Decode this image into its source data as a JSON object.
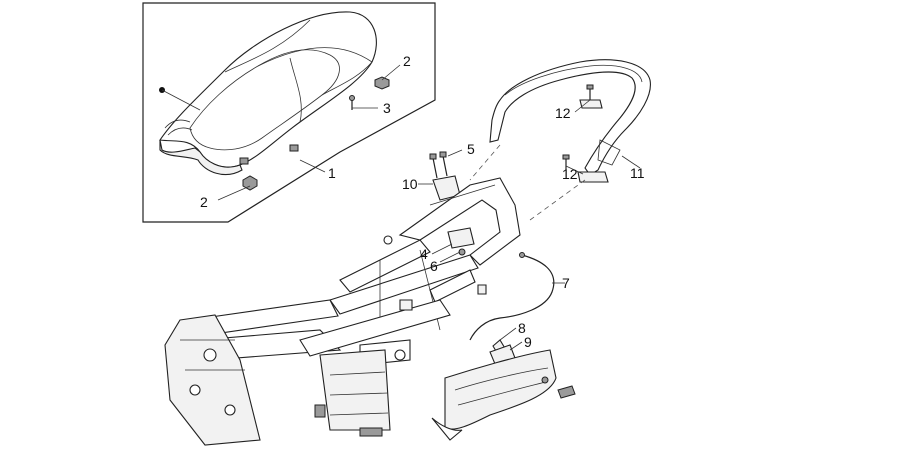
{
  "callouts": [
    {
      "id": "c1",
      "label": "1"
    },
    {
      "id": "c2a",
      "label": "2"
    },
    {
      "id": "c2b",
      "label": "2"
    },
    {
      "id": "c3",
      "label": "3"
    },
    {
      "id": "c4",
      "label": "4"
    },
    {
      "id": "c5",
      "label": "5"
    },
    {
      "id": "c6",
      "label": "6"
    },
    {
      "id": "c7",
      "label": "7"
    },
    {
      "id": "c8",
      "label": "8"
    },
    {
      "id": "c9",
      "label": "9"
    },
    {
      "id": "c10",
      "label": "10"
    },
    {
      "id": "c11",
      "label": "11"
    },
    {
      "id": "c12a",
      "label": "12"
    },
    {
      "id": "c12b",
      "label": "12"
    }
  ]
}
